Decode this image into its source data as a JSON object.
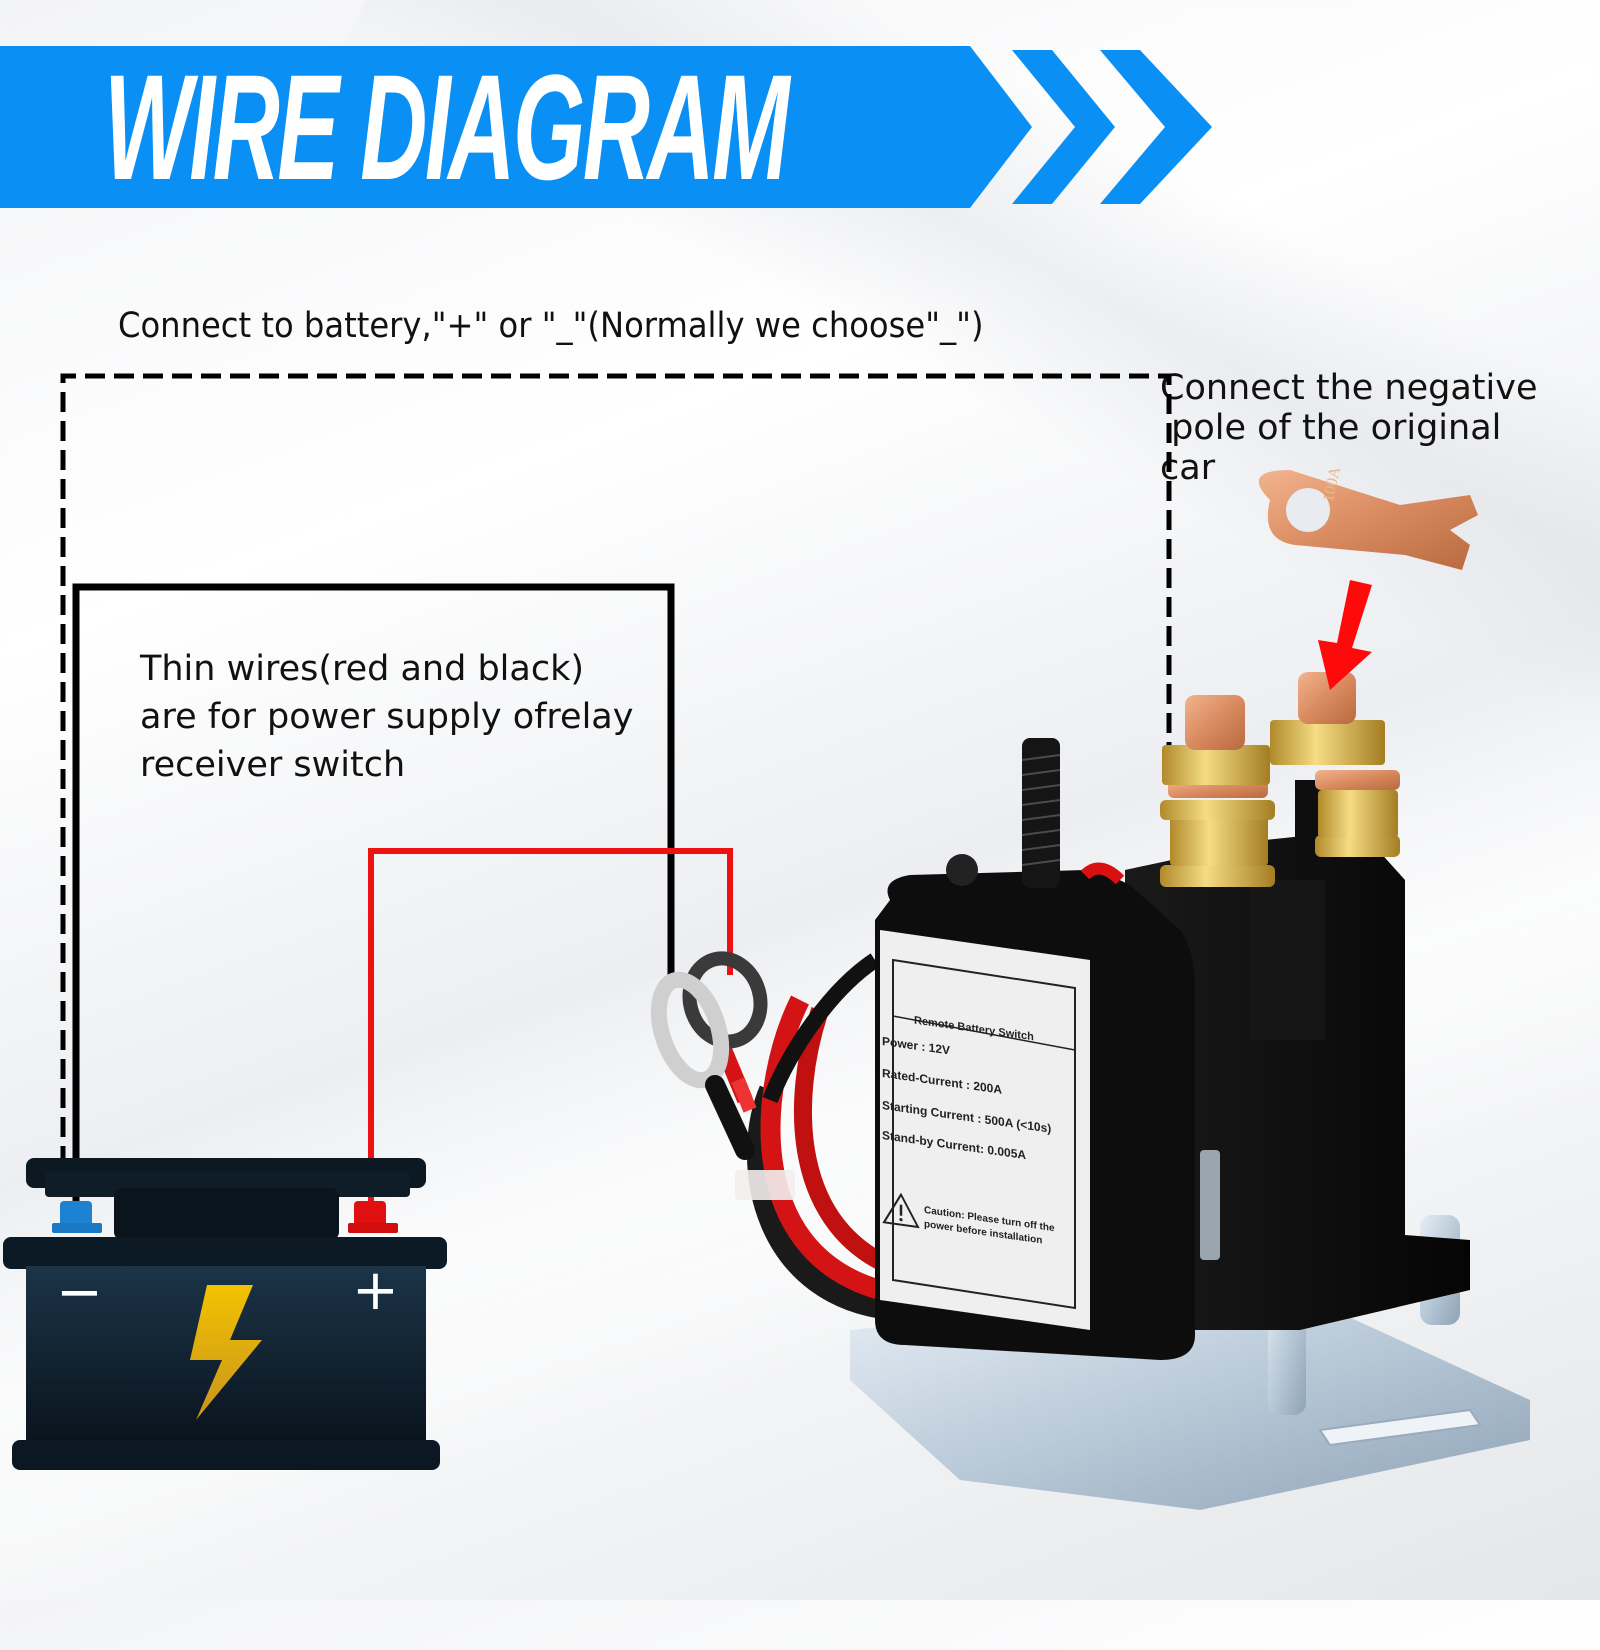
{
  "banner": {
    "title": "WIRE DIAGRAM",
    "color": "#0a8ff5",
    "chevron_count": 2
  },
  "captions": {
    "battery_connection": "Connect to battery,\"+\" or \"_\"(Normally we choose\"_\")",
    "negative_pole": "Connect the negative\n pole of the original\ncar",
    "thin_wires": "Thin wires(red and black)\nare for power supply ofrelay\nreceiver switch"
  },
  "lug": {
    "rating": "100A"
  },
  "battery": {
    "negative_symbol": "−",
    "positive_symbol": "+",
    "negative_terminal_color": "#1e82d2",
    "positive_terminal_color": "#e01010",
    "icon": "lightning-bolt-icon"
  },
  "relay_label": {
    "title": "Remote Battery Switch",
    "specs": [
      "Power : 12V",
      "Rated-Current : 200A",
      "Starting Current :  500A   (<10s)",
      "Stand-by Current:  0.005A"
    ],
    "caution": "Caution: Please turn off the power before installation"
  },
  "wires": {
    "dashed_color": "#000000",
    "black_wire_color": "#000000",
    "red_wire_color": "#ee1111",
    "arrow_color": "#ff0a0a"
  }
}
